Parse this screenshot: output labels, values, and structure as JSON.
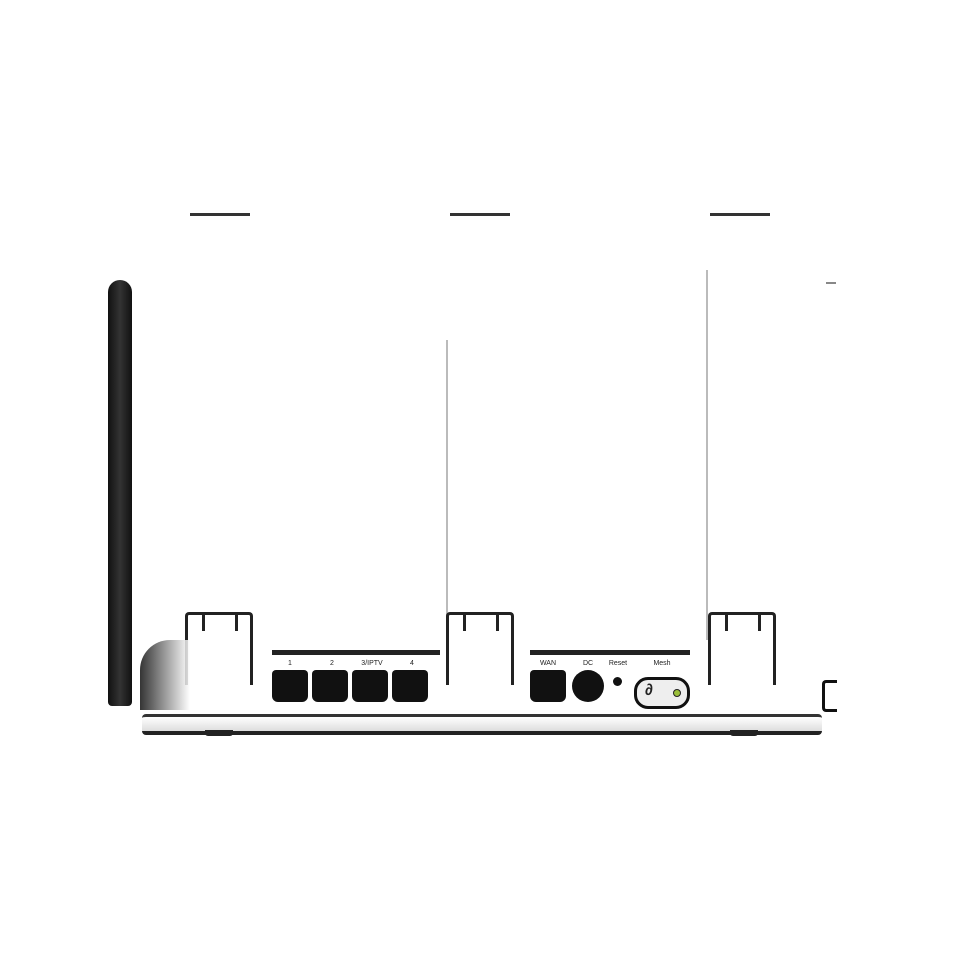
{
  "ports": {
    "lan_labels": [
      "1",
      "2",
      "3/IPTV",
      "4"
    ],
    "wan_label": "WAN",
    "dc_label": "DC",
    "reset_label": "Reset",
    "mesh_label": "Mesh"
  },
  "colors": {
    "body": "#ffffff",
    "ports": "#111111",
    "mesh_led": "#9bbf3a"
  }
}
